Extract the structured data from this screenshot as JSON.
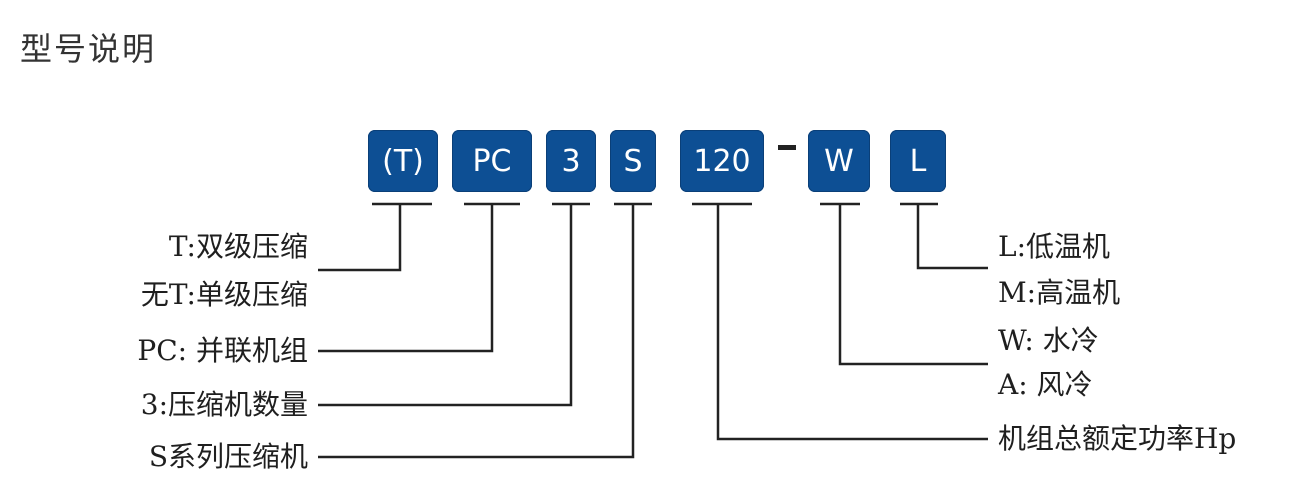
{
  "title": "型号说明",
  "codes": [
    {
      "id": "t",
      "text": "(T)"
    },
    {
      "id": "pc",
      "text": "PC"
    },
    {
      "id": "n",
      "text": "3"
    },
    {
      "id": "s",
      "text": "S"
    },
    {
      "id": "hp",
      "text": "120"
    },
    {
      "id": "w",
      "text": "W"
    },
    {
      "id": "l",
      "text": "L"
    }
  ],
  "left_labels": {
    "t_line1": "T:双级压缩",
    "t_line2": "无T:单级压缩",
    "pc": "PC: 并联机组",
    "n": "3:压缩机数量",
    "s": "S系列压缩机"
  },
  "right_labels": {
    "l_line1": "L:低温机",
    "l_line2": "M:高温机",
    "w_line1": "W: 水冷",
    "w_line2": "A: 风冷",
    "hp": "机组总额定功率Hp"
  },
  "colors": {
    "box_fill": "#0d4f94",
    "box_text": "#ffffff",
    "line": "#222222"
  }
}
